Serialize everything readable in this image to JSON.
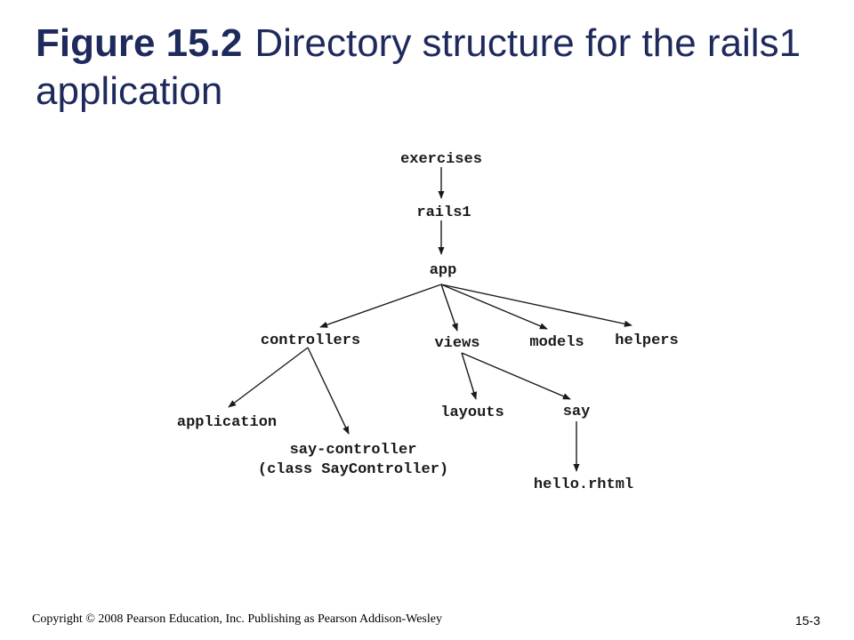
{
  "slide": {
    "figure_number": "Figure 15.2",
    "title": "Directory structure for the rails1 application"
  },
  "diagram": {
    "nodes": {
      "exercises": "exercises",
      "rails1": "rails1",
      "app": "app",
      "controllers": "controllers",
      "views": "views",
      "models": "models",
      "helpers": "helpers",
      "application": "application",
      "say_controller": "say-controller",
      "say_controller_class": "(class SayController)",
      "layouts": "layouts",
      "say": "say",
      "hello": "hello.rhtml"
    },
    "edges": [
      [
        "exercises",
        "rails1"
      ],
      [
        "rails1",
        "app"
      ],
      [
        "app",
        "controllers"
      ],
      [
        "app",
        "views"
      ],
      [
        "app",
        "models"
      ],
      [
        "app",
        "helpers"
      ],
      [
        "controllers",
        "application"
      ],
      [
        "controllers",
        "say_controller"
      ],
      [
        "views",
        "layouts"
      ],
      [
        "views",
        "say"
      ],
      [
        "say",
        "hello"
      ]
    ]
  },
  "footer": {
    "copyright": "Copyright © 2008 Pearson Education, Inc. Publishing as Pearson Addison-Wesley",
    "page_number": "15-3"
  },
  "colors": {
    "title": "#1f2a5c",
    "diagram_ink": "#1a1a1a"
  }
}
